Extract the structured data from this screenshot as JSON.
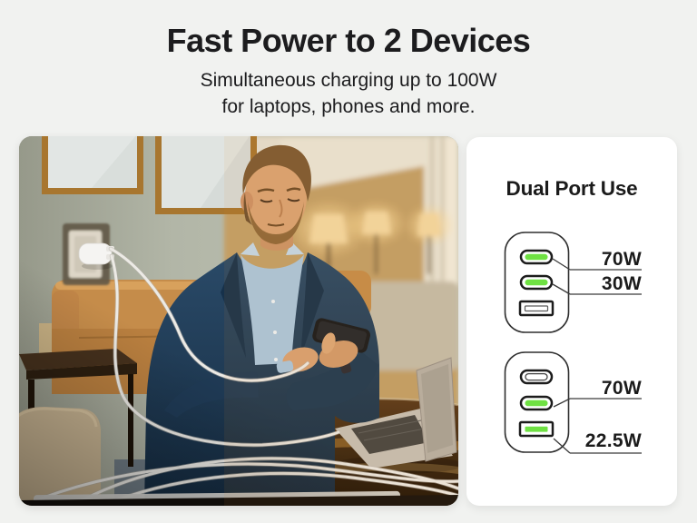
{
  "header": {
    "title": "Fast Power to 2 Devices",
    "subtitle_line1": "Simultaneous charging up to 100W",
    "subtitle_line2": "for laptops, phones and more."
  },
  "dual_port_card": {
    "heading": "Dual Port Use",
    "charger_top": {
      "ports": [
        {
          "type": "usb-c",
          "state": "active",
          "label": "70W"
        },
        {
          "type": "usb-c",
          "state": "active",
          "label": "30W"
        },
        {
          "type": "usb-a",
          "state": "inactive"
        }
      ]
    },
    "charger_bottom": {
      "ports": [
        {
          "type": "usb-c",
          "state": "inactive"
        },
        {
          "type": "usb-c",
          "state": "active",
          "label": "70W"
        },
        {
          "type": "usb-a",
          "state": "active",
          "label": "22.5W"
        }
      ]
    }
  },
  "photo": {
    "scene": "Man in a navy suit and light blue shirt seated on a camel leather sofa in a warm hotel lounge, holding a smartphone; a white dual-port wall charger with two white cables charges the phone and a silver laptop on a glass table."
  },
  "colors": {
    "page_background": "#f1f2f0",
    "card_background": "#ffffff",
    "text": "#1b1b1b",
    "port_active_green": "#6fe143",
    "port_outline": "#1c1c1c"
  }
}
